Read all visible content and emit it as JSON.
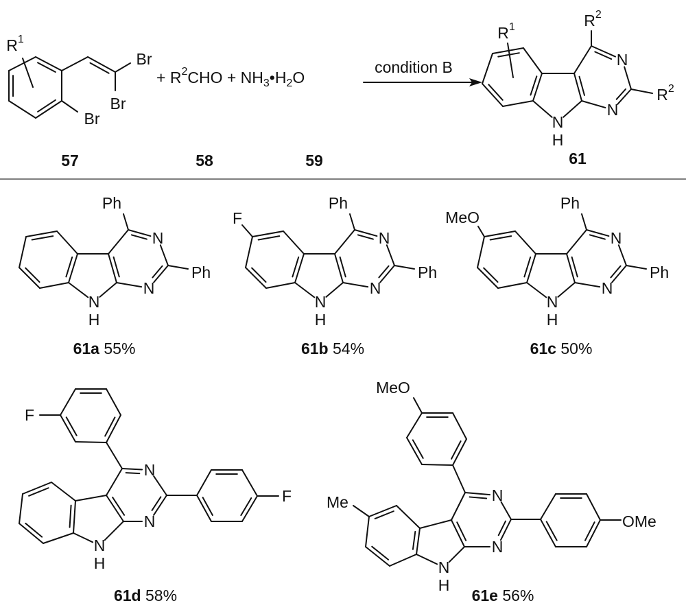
{
  "atoms": {
    "N": "N",
    "H": "H",
    "Br": "Br",
    "R": "R",
    "one": "1",
    "two": "2"
  },
  "scheme": {
    "reactant_57_id": "57",
    "reactant_58_id": "58",
    "reactant_59_id": "59",
    "reagents": [
      {
        "t": "+ R"
      },
      {
        "t": "2",
        "sup": true
      },
      {
        "t": "CHO + NH"
      },
      {
        "t": "3",
        "sub": true
      },
      {
        "t": "•H"
      },
      {
        "t": "2",
        "sub": true
      },
      {
        "t": "O"
      }
    ],
    "condition": "condition B",
    "product_id": "61"
  },
  "compounds": [
    {
      "id": "61a",
      "yield": "55%",
      "c4": "Ph",
      "c2": "Ph"
    },
    {
      "id": "61b",
      "yield": "54%",
      "c4": "Ph",
      "c2": "Ph",
      "c6": "F"
    },
    {
      "id": "61c",
      "yield": "50%",
      "c4": "Ph",
      "c2": "Ph",
      "c6": "MeO"
    },
    {
      "id": "61d",
      "yield": "58%",
      "aryl4_sub": "F",
      "aryl2_sub": "F"
    },
    {
      "id": "61e",
      "yield": "56%",
      "aryl4_sub": "MeO",
      "aryl2_sub": "OMe",
      "c6": "Me"
    }
  ],
  "colors": {
    "ink": "#111111",
    "separator": "#555555"
  }
}
